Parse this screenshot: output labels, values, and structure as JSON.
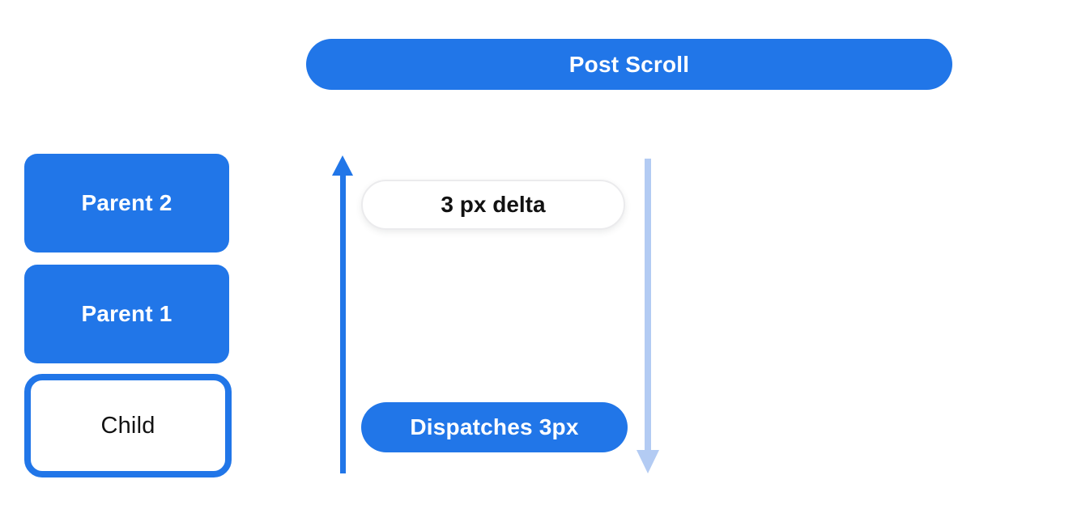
{
  "diagram": {
    "title_pill": {
      "label": "Post Scroll"
    },
    "nodes": [
      {
        "label": "Parent 2",
        "type": "parent"
      },
      {
        "label": "Parent 1",
        "type": "parent"
      },
      {
        "label": "Child",
        "type": "child"
      }
    ],
    "flow": {
      "delta_label": "3 px delta",
      "dispatch_label": "Dispatches 3px"
    },
    "icons": {
      "up_arrow": "up-arrow-icon",
      "down_arrow": "down-arrow-icon"
    },
    "colors": {
      "accent_blue": "#2176e8",
      "light_blue": "#b3cbf3",
      "pill_border": "#ebebed",
      "text_dark": "#121212",
      "text_light": "#ffffff",
      "background": "#ffffff"
    }
  }
}
